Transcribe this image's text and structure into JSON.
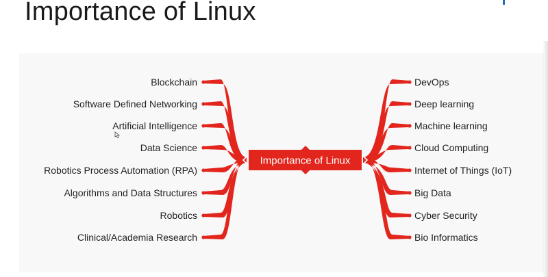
{
  "slide": {
    "title": "Importance of Linux"
  },
  "mindmap": {
    "center": "Importance of Linux",
    "accent_color": "#e2261d",
    "left_branches": [
      "Blockchain",
      "Software Defined Networking",
      "Artificial Intelligence",
      "Data Science",
      "Robotics Process Automation (RPA)",
      "Algorithms and Data Structures",
      "Robotics",
      "Clinical/Academia Research"
    ],
    "right_branches": [
      "DevOps",
      "Deep learning",
      "Machine learning",
      "Cloud Computing",
      "Internet of Things (IoT)",
      "Big Data",
      "Cyber Security",
      "Bio Informatics"
    ]
  },
  "icons": {
    "cursor": "mouse-cursor-icon",
    "logo": "publisher-logo-icon"
  }
}
